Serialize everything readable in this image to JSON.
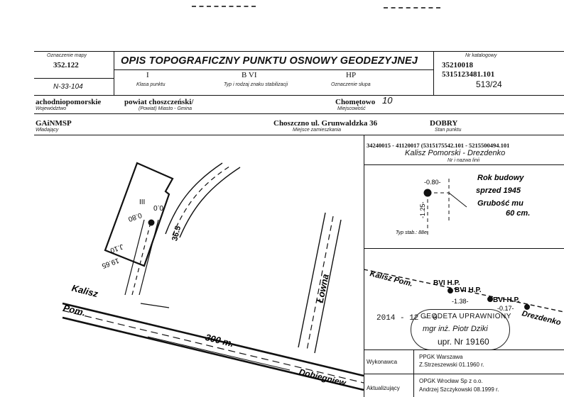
{
  "header": {
    "map_no_label": "Oznaczenie mapy",
    "map_no": "352.122",
    "title": "OPIS TOPOGRAFICZNY PUNKTU OSNOWY GEODEZYJNEJ",
    "catalog_label": "Nr katalogowy",
    "catalog_1": "35210018",
    "catalog_2": "5315123481.101",
    "catalog_3": "513/24",
    "sheet": "N-33-104"
  },
  "row1": {
    "klasa": "I",
    "klasa_label": "Klasa punktu",
    "typ": "B VI",
    "typ_label": "Typ i rodzaj znaku stabilizacji",
    "slup": "HP",
    "slup_label": "Oznaczenie słupa"
  },
  "row2": {
    "woj": "achodniopomorskie",
    "woj_label": "Województwo",
    "powiat": "powiat choszczeński/",
    "powiat_label": "(Powiat) Miasto - Gmina",
    "miejsc": "Chomętowo",
    "miejsc_hand": "10",
    "miejsc_label": "Miejscowość"
  },
  "row3": {
    "wladajacy": "GAiNMSP",
    "wladajacy_label": "Władający",
    "miejsce": "Choszczno ul. Grunwaldzka 36",
    "miejsce_label": "Miejsce zamieszkania",
    "stan": "DOBRY",
    "stan_label": "Stan punktu"
  },
  "line": {
    "codes": "34240015 - 41120017 (5315175542.101 - 5215500494.101",
    "name": "Kalisz Pomorski - Drezdenko",
    "name_label": "Nr i nazwa linii"
  },
  "sketch": {
    "box_text": "III",
    "v1": "0.0",
    "v2": "0.80",
    "v3": "J.10",
    "v4": "19.65",
    "v5": "36.5",
    "road1": "Kalisz",
    "road2": "Pom.",
    "dist": "300 m.",
    "lowna": "Łowna",
    "dobiegniew": "Dobiegniew"
  },
  "section": {
    "offset_top": "-0.80-",
    "offset_side": "-1.25-",
    "typ_stab": "Typ stab.: 88e",
    "hand1": "Rok budowy",
    "hand2": "sprzed 1945",
    "hand3": "Grubość mu",
    "hand4": "60 cm."
  },
  "route": {
    "kalisz": "Kalisz Pom.",
    "bvi1": "BVI H.P.",
    "bvi2": "BVI H.P.",
    "bvi3": "BVI H.P.",
    "d1": "-1.38-",
    "d2": "-0.17-",
    "drezd": "Drezdenko"
  },
  "stamp": {
    "date": "2014 - 12 - 0",
    "line1": "GEODETA UPRAWNIONY",
    "line2": "mgr inż. Piotr Dziki",
    "line3": "upr. Nr 19160"
  },
  "footer": {
    "wyk_label": "Wykonawca",
    "wyk1": "PPGK Warszawa",
    "wyk2": "Z.Strzeszewski 01.1960 r.",
    "akt_label": "Aktualizujący",
    "akt1": "OPGK Wrocław Sp z o.o.",
    "akt2": "Andrzej Szczykowski 08.1999 r."
  }
}
